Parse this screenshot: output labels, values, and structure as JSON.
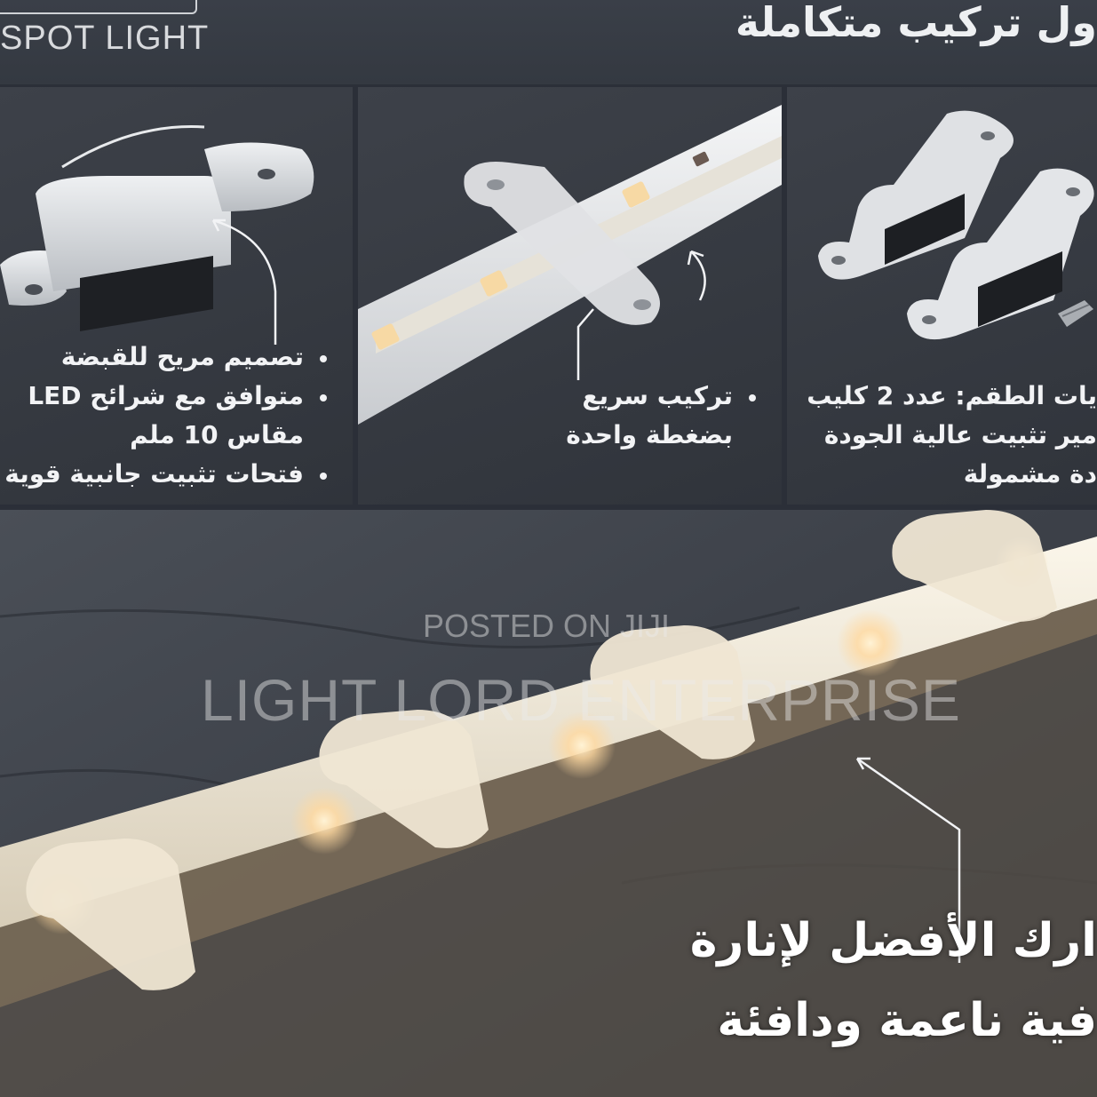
{
  "header": {
    "brand": "SPOT LIGHT",
    "title": "ول تركيب متكاملة"
  },
  "panel_design": {
    "bullets": [
      "تصميم مريح للقبضة",
      "متوافق مع شرائح LED",
      "مقاس 10 ملم",
      "فتحات تثبيت جانبية قوية"
    ]
  },
  "panel_install": {
    "bullets": [
      "تركيب سريع",
      "بضغطة واحدة"
    ]
  },
  "panel_contents": {
    "bullets": [
      "يات الطقم: عدد 2 كليب",
      "مير تثبيت عالية الجودة",
      "دة مشمولة"
    ]
  },
  "photo": {
    "watermark_1": "POSTED ON JIJI",
    "watermark_2": "LIGHT LORD ENTERPRISE",
    "caption_1": "ارك الأفضل لإنارة",
    "caption_2": "فية ناعمة ودافئة"
  },
  "colors": {
    "panel_bg": "#363a42",
    "clip": "#d9dcdf",
    "led_glow": "#ffd9a0",
    "text": "#f2f3f5"
  }
}
